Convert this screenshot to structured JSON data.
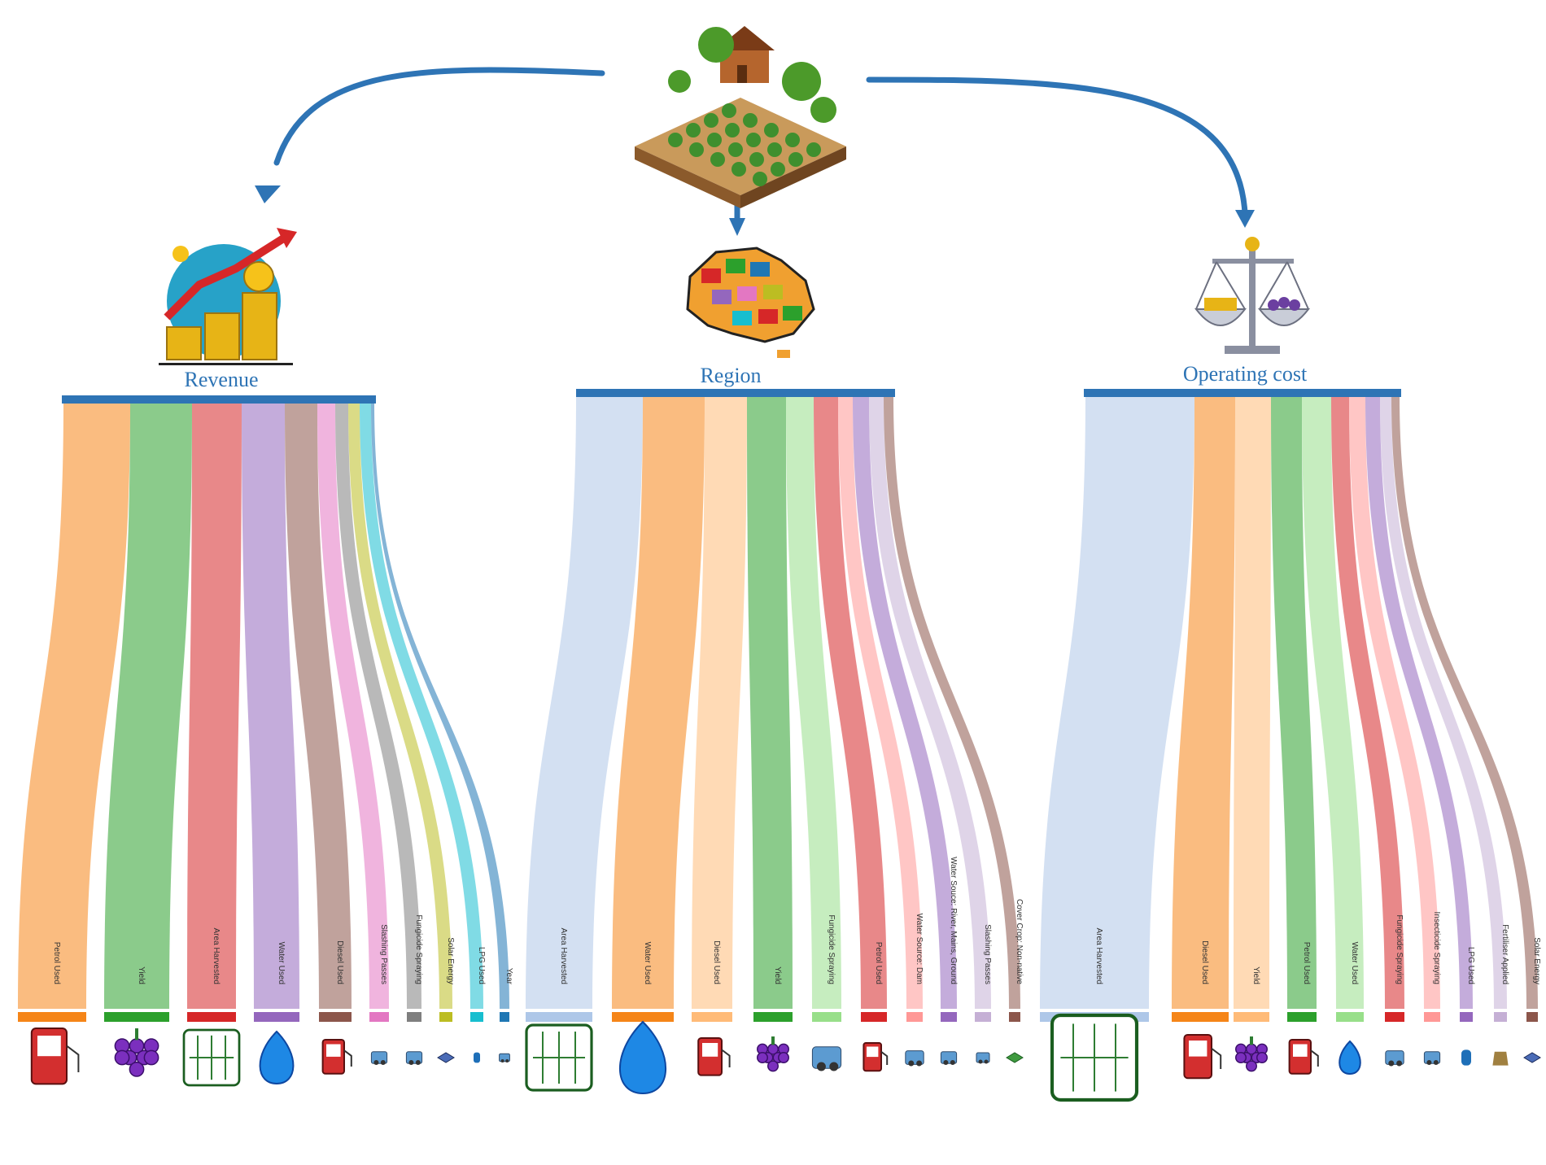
{
  "groups": [
    {
      "title": "Revenue",
      "flows": [
        {
          "label": "Petrol Used",
          "color": "#f58518",
          "icon": "fuel-pump-icon"
        },
        {
          "label": "Yield",
          "color": "#2ca02c",
          "icon": "grapes-icon"
        },
        {
          "label": "Area Harvested",
          "color": "#d62728",
          "icon": "vineyard-grid-icon"
        },
        {
          "label": "Water Used",
          "color": "#9467bd",
          "icon": "water-drop-icon"
        },
        {
          "label": "Diesel Used",
          "color": "#8c564b",
          "icon": "diesel-pump-icon"
        },
        {
          "label": "Slashing Passes",
          "color": "#e377c2",
          "icon": "tractor-icon"
        },
        {
          "label": "Fungicide Spraying",
          "color": "#7f7f7f",
          "icon": "sprayer-icon"
        },
        {
          "label": "Solar Energy",
          "color": "#bcbd22",
          "icon": "solar-panel-icon"
        },
        {
          "label": "LPG Used",
          "color": "#17becf",
          "icon": "gas-cylinder-icon"
        },
        {
          "label": "Year",
          "color": "#1f77b4",
          "icon": "calendar-icon"
        }
      ]
    },
    {
      "title": "Region",
      "flows": [
        {
          "label": "Area Harvested",
          "color": "#aec7e8",
          "icon": "vineyard-grid-icon"
        },
        {
          "label": "Water Used",
          "color": "#f58518",
          "icon": "water-drop-icon"
        },
        {
          "label": "Diesel Used",
          "color": "#ffbb78",
          "icon": "diesel-pump-icon"
        },
        {
          "label": "Yield",
          "color": "#2ca02c",
          "icon": "grapes-icon"
        },
        {
          "label": "Fungicide Spraying",
          "color": "#98df8a",
          "icon": "sprayer-icon"
        },
        {
          "label": "Petrol Used",
          "color": "#d62728",
          "icon": "fuel-pump-icon"
        },
        {
          "label": "Water Source: Dam",
          "color": "#ff9896",
          "icon": "dam-icon"
        },
        {
          "label": "Water Souce: River, Mains, Ground",
          "color": "#9467bd",
          "icon": "water-tap-icon"
        },
        {
          "label": "Slashing Passes",
          "color": "#c5b0d5",
          "icon": "tractor-icon"
        },
        {
          "label": "Cover Crop: Non-native",
          "color": "#8c564b",
          "icon": "cover-crop-icon"
        }
      ]
    },
    {
      "title": "Operating  cost",
      "flows": [
        {
          "label": "Area Harvested",
          "color": "#aec7e8",
          "icon": "vineyard-grid-icon"
        },
        {
          "label": "Diesel Used",
          "color": "#f58518",
          "icon": "diesel-pump-icon"
        },
        {
          "label": "Yield",
          "color": "#ffbb78",
          "icon": "grapes-icon"
        },
        {
          "label": "Petrol Used",
          "color": "#2ca02c",
          "icon": "fuel-pump-icon"
        },
        {
          "label": "Water Used",
          "color": "#98df8a",
          "icon": "water-drop-icon"
        },
        {
          "label": "Fungicide Spraying",
          "color": "#d62728",
          "icon": "sprayer-icon"
        },
        {
          "label": "Insecticide Spraying",
          "color": "#ff9896",
          "icon": "sprayer-icon"
        },
        {
          "label": "LPG Used",
          "color": "#9467bd",
          "icon": "gas-cylinder-icon"
        },
        {
          "label": "Fertiliser Applied",
          "color": "#c5b0d5",
          "icon": "fertiliser-bag-icon"
        },
        {
          "label": "Solar Energy",
          "color": "#8c564b",
          "icon": "solar-panel-icon"
        }
      ]
    }
  ],
  "top_icon": "vineyard-farm-icon",
  "group_icons": [
    "revenue-growth-icon",
    "australia-map-icon",
    "balance-scale-icon"
  ],
  "arrow_color": "#2e74b5",
  "bar_color": "#2e74b5"
}
